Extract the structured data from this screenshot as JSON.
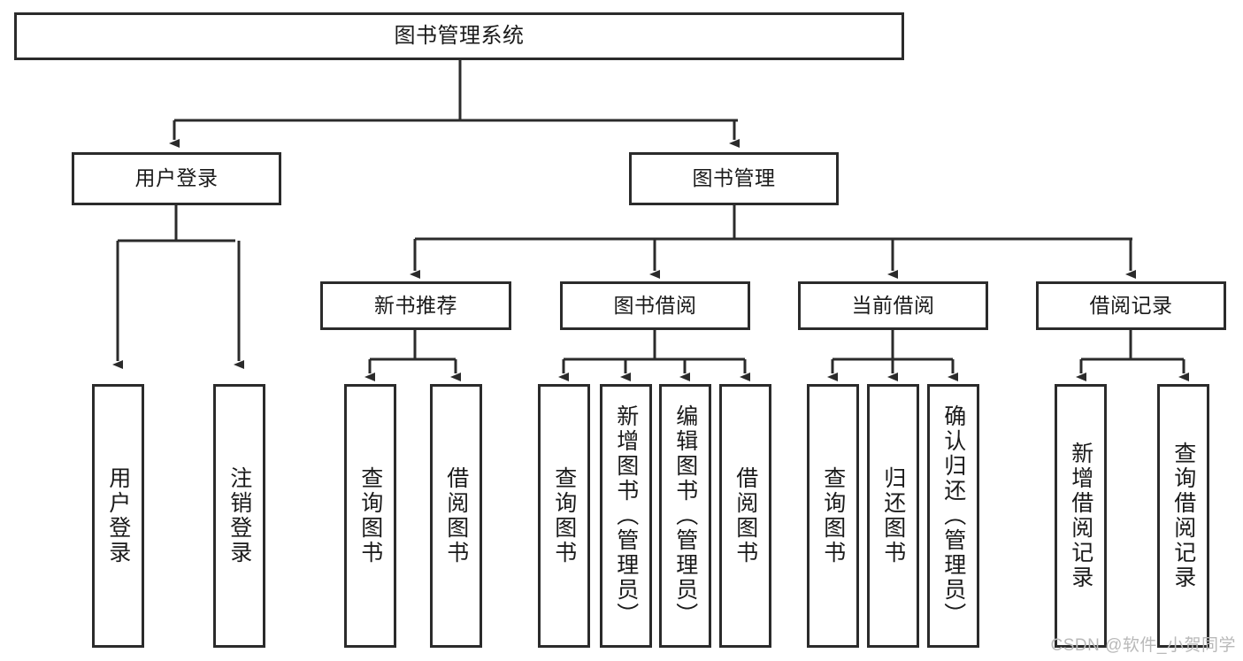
{
  "diagram": {
    "title": "图书管理系统",
    "levels": {
      "root": {
        "label": "图书管理系统"
      },
      "level2": [
        {
          "label": "用户登录"
        },
        {
          "label": "图书管理"
        }
      ],
      "level3": [
        {
          "label": "新书推荐"
        },
        {
          "label": "图书借阅"
        },
        {
          "label": "当前借阅"
        },
        {
          "label": "借阅记录"
        }
      ],
      "leaves": [
        {
          "label": "用户登录",
          "parent": "用户登录"
        },
        {
          "label": "注销登录",
          "parent": "用户登录"
        },
        {
          "label": "查询图书",
          "parent": "新书推荐"
        },
        {
          "label": "借阅图书",
          "parent": "新书推荐"
        },
        {
          "label": "查询图书",
          "parent": "图书借阅"
        },
        {
          "label": "新增图书（管理员）",
          "parent": "图书借阅"
        },
        {
          "label": "编辑图书（管理员）",
          "parent": "图书借阅"
        },
        {
          "label": "借阅图书",
          "parent": "图书借阅"
        },
        {
          "label": "查询图书",
          "parent": "当前借阅"
        },
        {
          "label": "归还图书",
          "parent": "当前借阅"
        },
        {
          "label": "确认归还（管理员）",
          "parent": "当前借阅"
        },
        {
          "label": "新增借阅记录",
          "parent": "借阅记录"
        },
        {
          "label": "查询借阅记录",
          "parent": "借阅记录"
        }
      ]
    },
    "colors": {
      "stroke": "#2b2b2b",
      "fill": "#ffffff",
      "text": "#1a1a1a",
      "watermark": "#b9b9b9"
    }
  },
  "watermark": {
    "text": "CSDN @软件_小贺同学"
  }
}
